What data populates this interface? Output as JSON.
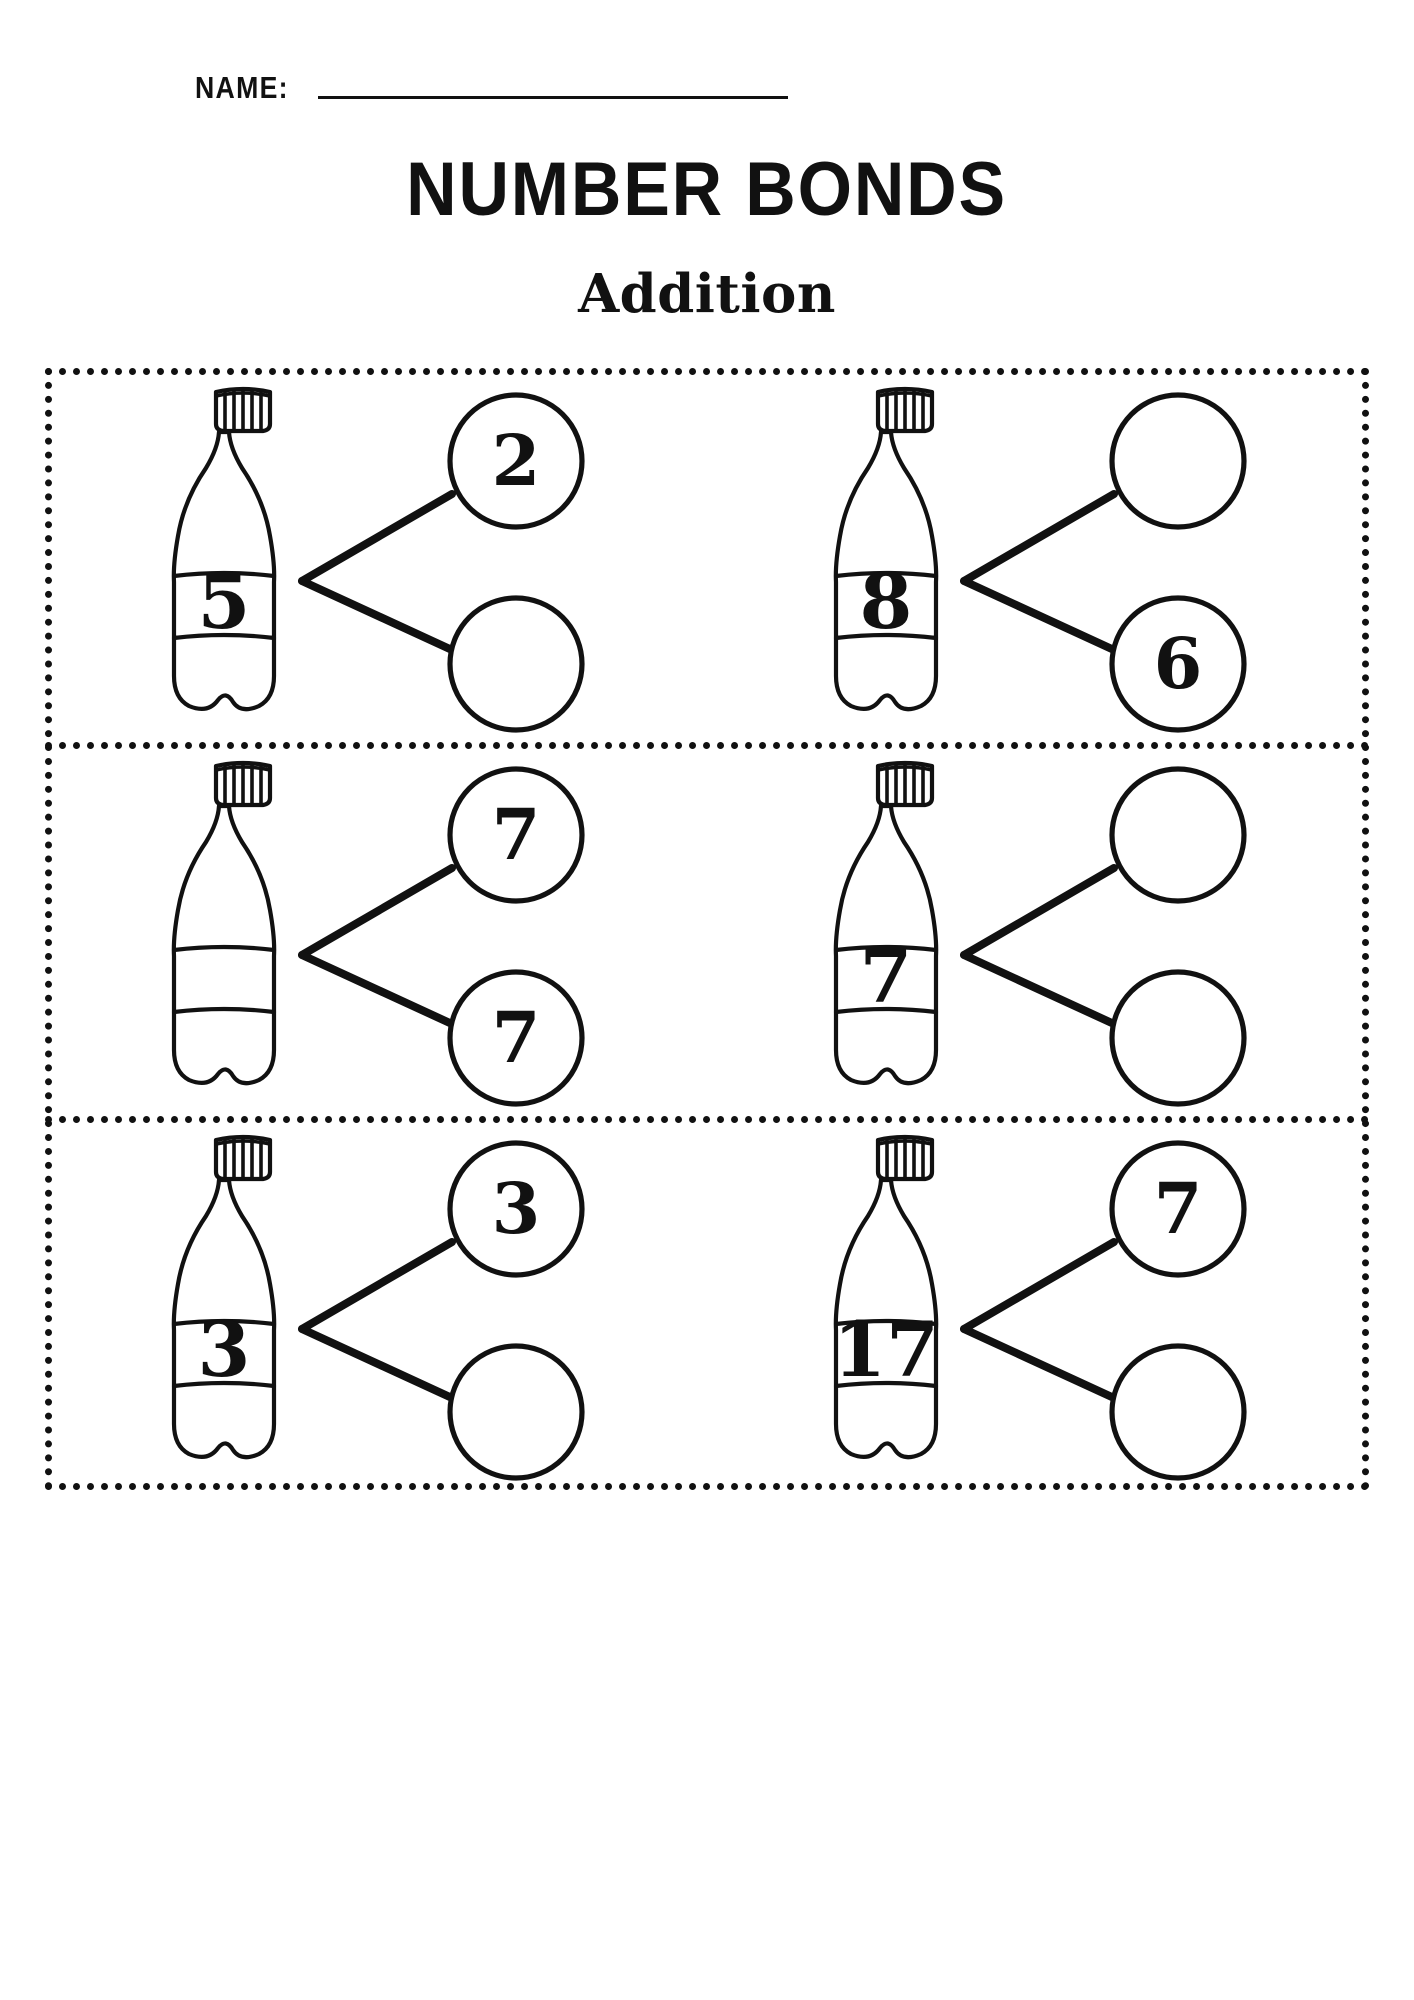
{
  "header": {
    "name_label": "NAME:",
    "name_value": "",
    "name_placeholder": ""
  },
  "title": "NUMBER BONDS",
  "subtitle": "Addition",
  "frame": {
    "border_style": "dotted",
    "border_color": "#111111",
    "rows": 3,
    "columns": 2
  },
  "icons": {
    "bottle": "water-bottle-icon",
    "circle": "answer-circle-icon",
    "bond_line": "bond-connector-line"
  },
  "problems": [
    {
      "id": 1,
      "whole": "5",
      "part_top": "2",
      "part_bottom": ""
    },
    {
      "id": 2,
      "whole": "8",
      "part_top": "",
      "part_bottom": "6"
    },
    {
      "id": 3,
      "whole": "",
      "part_top": "7",
      "part_bottom": "7"
    },
    {
      "id": 4,
      "whole": "7",
      "part_top": "",
      "part_bottom": ""
    },
    {
      "id": 5,
      "whole": "3",
      "part_top": "3",
      "part_bottom": ""
    },
    {
      "id": 6,
      "whole": "17",
      "part_top": "7",
      "part_bottom": ""
    }
  ]
}
